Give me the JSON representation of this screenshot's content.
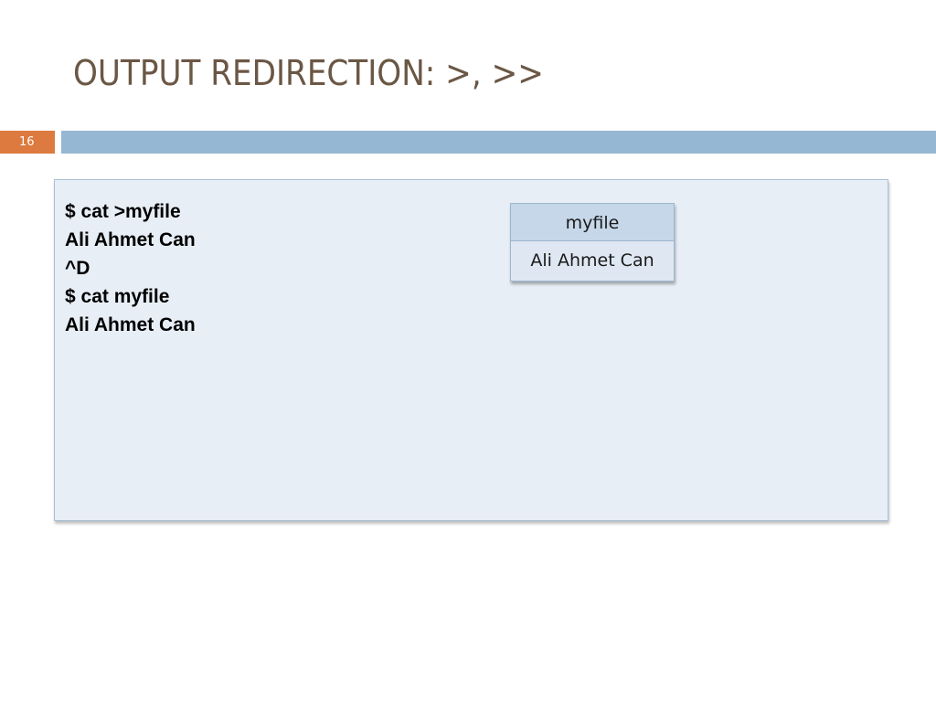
{
  "slide": {
    "title": "OUTPUT REDIRECTION: >, >>",
    "number": "16"
  },
  "terminal": {
    "lines": [
      "$ cat >myfile",
      "Ali Ahmet Can",
      "^D",
      "$ cat myfile",
      "Ali Ahmet Can"
    ]
  },
  "file_box": {
    "name": "myfile",
    "content": "Ali Ahmet Can"
  },
  "colors": {
    "title": "#6b5745",
    "slide_number_bg": "#dd7a3f",
    "header_bar": "#95b7d3",
    "panel_bg": "#e8eef6",
    "file_header_bg": "#c5d7e8"
  }
}
